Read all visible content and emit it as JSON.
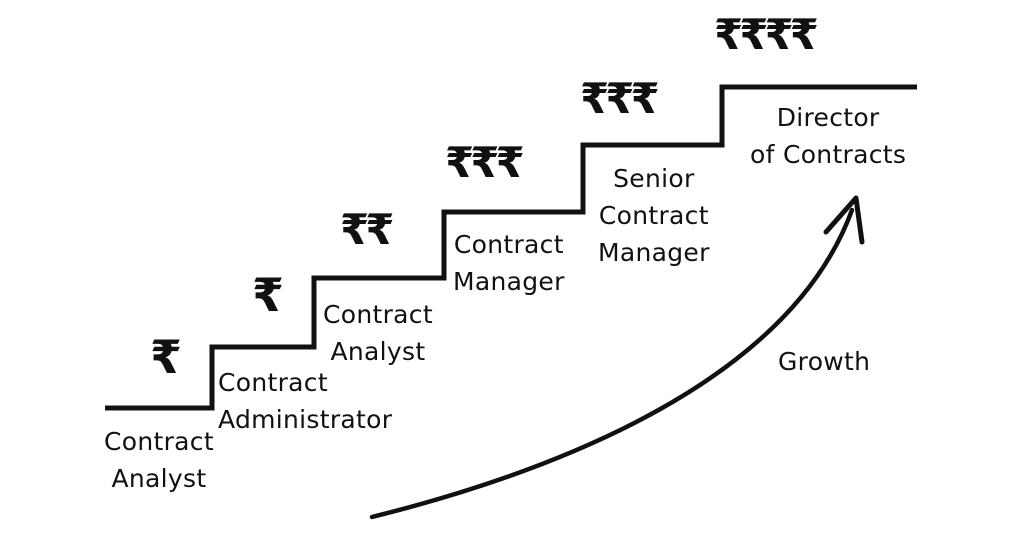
{
  "steps": [
    {
      "title_lines": [
        "Contract",
        "Analyst"
      ],
      "salary": "₹"
    },
    {
      "title_lines": [
        "Contract",
        "Administrator"
      ],
      "salary": "₹"
    },
    {
      "title_lines": [
        "Contract",
        "Analyst"
      ],
      "salary": "₹₹"
    },
    {
      "title_lines": [
        "Contract",
        "Manager"
      ],
      "salary": "₹₹₹"
    },
    {
      "title_lines": [
        "Senior",
        "Contract",
        "Manager"
      ],
      "salary": "₹₹₹"
    },
    {
      "title_lines": [
        "Director",
        "of Contracts"
      ],
      "salary": "₹₹₹₹"
    }
  ],
  "growth_label": "Growth",
  "colors": {
    "ink": "#111111",
    "background": "#ffffff"
  }
}
